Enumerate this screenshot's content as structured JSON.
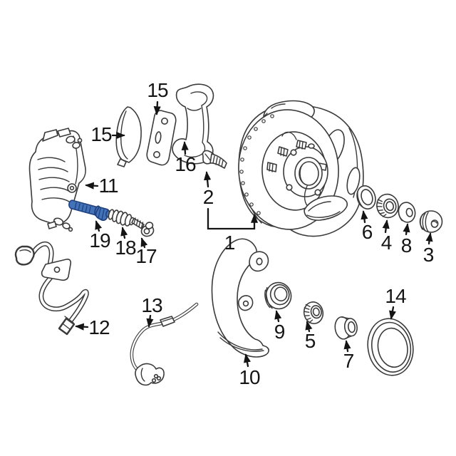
{
  "diagram": {
    "background_color": "#ffffff",
    "line_color": "#3a3a3a",
    "label_color": "#151515",
    "highlight_fill": "#4272b8",
    "highlight_stroke": "#21407d",
    "highlighted_callout": "19",
    "callouts": [
      {
        "label": "15",
        "highlighted": false
      },
      {
        "label": "15",
        "highlighted": false
      },
      {
        "label": "16",
        "highlighted": false
      },
      {
        "label": "2",
        "highlighted": false
      },
      {
        "label": "1",
        "highlighted": false
      },
      {
        "label": "11",
        "highlighted": false
      },
      {
        "label": "19",
        "highlighted": true
      },
      {
        "label": "18",
        "highlighted": false
      },
      {
        "label": "17",
        "highlighted": false
      },
      {
        "label": "12",
        "highlighted": false
      },
      {
        "label": "13",
        "highlighted": false
      },
      {
        "label": "10",
        "highlighted": false
      },
      {
        "label": "9",
        "highlighted": false
      },
      {
        "label": "5",
        "highlighted": false
      },
      {
        "label": "7",
        "highlighted": false
      },
      {
        "label": "14",
        "highlighted": false
      },
      {
        "label": "6",
        "highlighted": false
      },
      {
        "label": "4",
        "highlighted": false
      },
      {
        "label": "8",
        "highlighted": false
      },
      {
        "label": "3",
        "highlighted": false
      }
    ]
  }
}
